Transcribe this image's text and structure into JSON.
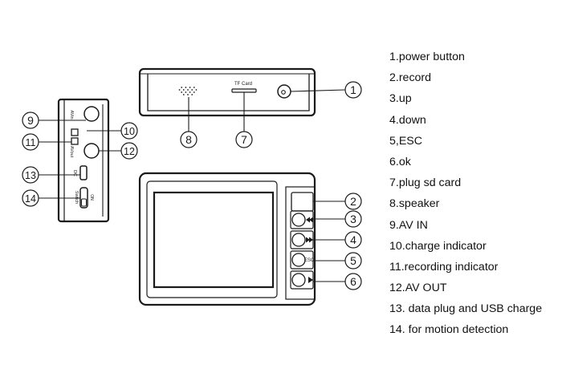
{
  "device": {
    "tf_card_label": "TF Card",
    "esc_key_label": "ESC",
    "av_in_label": "AVin",
    "av_out_label": "AVout",
    "dc_label": "DC",
    "switch_label": "Switch",
    "switch_state": "ON"
  },
  "callouts": [
    "1",
    "2",
    "3",
    "4",
    "5",
    "6",
    "7",
    "8",
    "9",
    "10",
    "11",
    "12",
    "13",
    "14"
  ],
  "legend": [
    "1.power button",
    "2.record",
    "3.up",
    "4.down",
    "5,ESC",
    "6.ok",
    "7.plug sd card",
    "8.speaker",
    "9.AV IN",
    "10.charge indicator",
    "11.recording indicator",
    "12.AV OUT",
    "13. data plug and USB charge",
    "14. for motion detection"
  ],
  "colors": {
    "line": "#1a1a1a",
    "panel": "#f5f5f5",
    "background": "#ffffff"
  }
}
